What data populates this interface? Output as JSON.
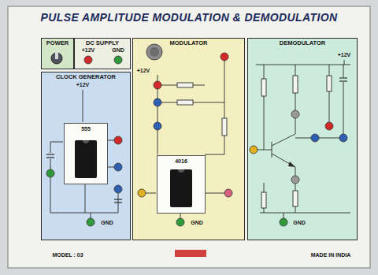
{
  "diagram": {
    "title": "PULSE AMPLITUDE MODULATION & DEMODULATION",
    "nodes": [
      {
        "text": [
          "POWER"
        ]
      },
      {
        "text": [
          "DC SUPPLY"
        ]
      },
      {
        "text": [
          "CLOCK GENERATOR"
        ]
      },
      {
        "text": [
          "555"
        ],
        "in": 2
      },
      {
        "text": [
          "MODULATOR"
        ]
      },
      {
        "text": [
          "4016"
        ],
        "in": 4
      },
      {
        "text": [
          "DEMODULATOR"
        ]
      }
    ],
    "labels": [
      "+12V",
      "GND",
      "+12V",
      "GND",
      "+12V",
      "GND",
      "+12V",
      "GND",
      "MODEL : 03",
      "MADE IN INDIA"
    ]
  }
}
